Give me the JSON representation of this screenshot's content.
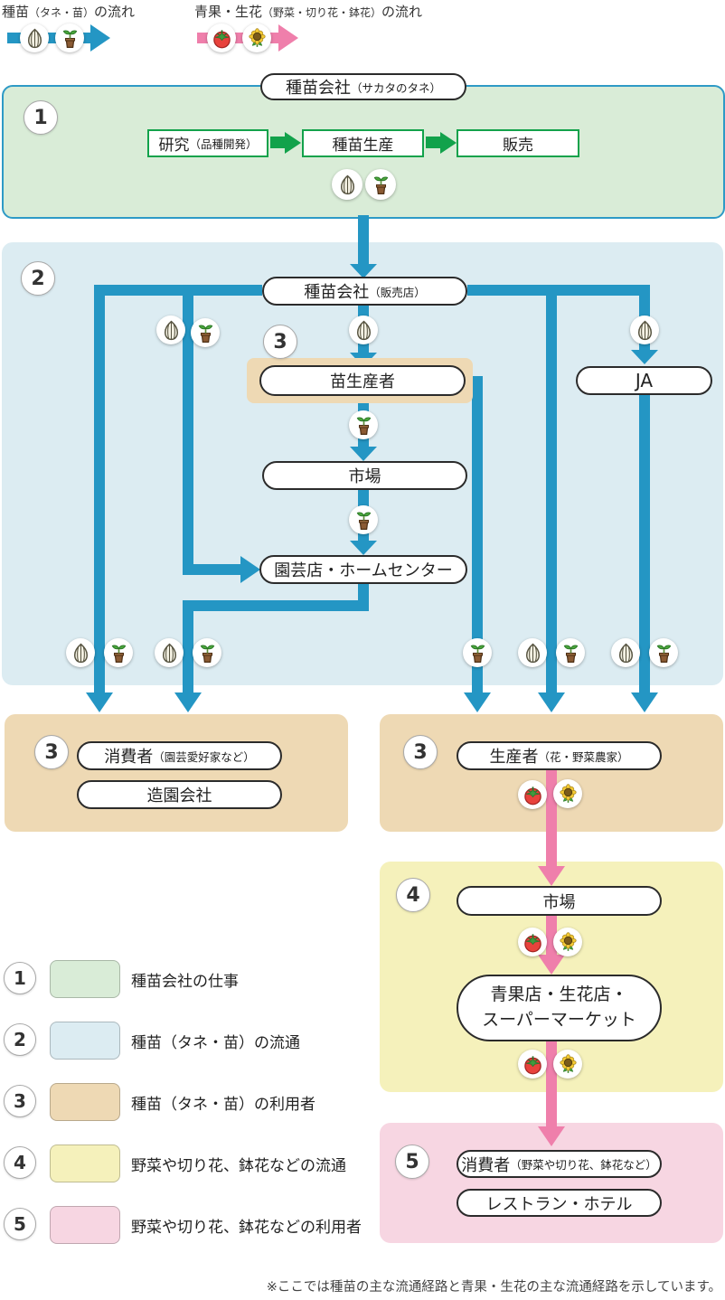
{
  "top_legend": {
    "seed_flow": {
      "label": "種苗",
      "note": "（タネ・苗）",
      "suffix": "の流れ"
    },
    "produce_flow": {
      "label": "青果・生花",
      "note": "（野菜・切り花・鉢花）",
      "suffix": "の流れ"
    }
  },
  "section1": {
    "number": "1",
    "company": {
      "label": "種苗会社",
      "note": "（サカタのタネ）"
    },
    "steps": [
      {
        "label": "研究",
        "note": "（品種開発）"
      },
      {
        "label": "種苗生産",
        "note": ""
      },
      {
        "label": "販売",
        "note": ""
      }
    ]
  },
  "section2": {
    "number": "2",
    "seller": {
      "label": "種苗会社",
      "note": "（販売店）"
    },
    "nursery_number": "3",
    "nursery": "苗生産者",
    "market": "市場",
    "garden_center": "園芸店・ホームセンター",
    "ja": "JA"
  },
  "section3_left": {
    "number": "3",
    "consumer": {
      "label": "消費者",
      "note": "（園芸愛好家など）"
    },
    "landscaping": "造園会社"
  },
  "section3_right": {
    "number": "3",
    "producer": {
      "label": "生産者",
      "note": "（花・野菜農家）"
    }
  },
  "section4": {
    "number": "4",
    "market": "市場",
    "stores_line1": "青果店・生花店・",
    "stores_line2": "スーパーマーケット"
  },
  "section5": {
    "number": "5",
    "consumer": {
      "label": "消費者",
      "note": "（野菜や切り花、鉢花など）"
    },
    "restaurant_hotel": "レストラン・ホテル"
  },
  "legend": {
    "items": [
      {
        "number": "1",
        "label": "種苗会社の仕事",
        "color": "#d9ecd7"
      },
      {
        "number": "2",
        "label": "種苗（タネ・苗）の流通",
        "color": "#dcecf2"
      },
      {
        "number": "3",
        "label": "種苗（タネ・苗）の利用者",
        "color": "#eed9b4"
      },
      {
        "number": "4",
        "label": "野菜や切り花、鉢花などの流通",
        "color": "#f5f1bb"
      },
      {
        "number": "5",
        "label": "野菜や切り花、鉢花などの利用者",
        "color": "#f7d6e2"
      }
    ]
  },
  "footnote": "※ここでは種苗の主な流通経路と青果・生花の主な流通経路を示しています。",
  "colors": {
    "seed_flow_arrow": "#2496c4",
    "produce_flow_arrow": "#ef7fab",
    "work_arrow_green": "#12a24b"
  },
  "icons": {
    "seed": "seed-icon",
    "seedling": "sprout-icon",
    "tomato": "tomato-icon",
    "sunflower": "sunflower-icon"
  }
}
